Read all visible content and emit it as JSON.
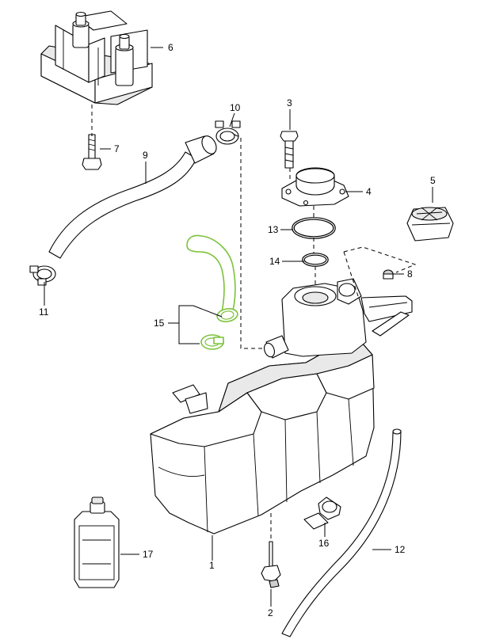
{
  "callouts": {
    "c1": "1",
    "c2": "2",
    "c3": "3",
    "c4": "4",
    "c5": "5",
    "c6": "6",
    "c7": "7",
    "c8": "8",
    "c9": "9",
    "c10": "10",
    "c11": "11",
    "c12": "12",
    "c13": "13",
    "c14": "14",
    "c15": "15",
    "c16": "16",
    "c17": "17"
  },
  "highlight_color": "#7cc23b",
  "highlighted_part": "15"
}
